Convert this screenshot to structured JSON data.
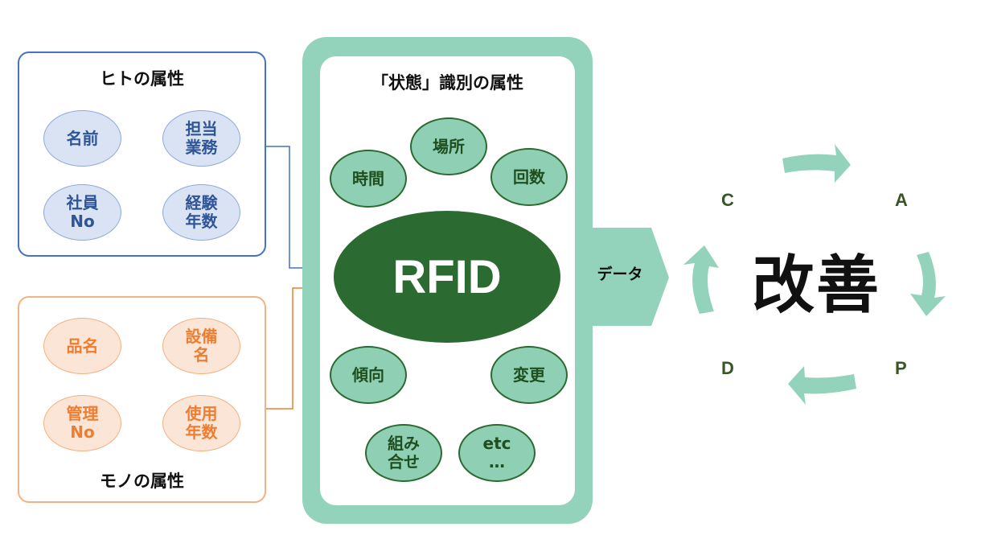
{
  "person_panel": {
    "title": "ヒトの属性",
    "items": [
      "名前",
      "担当\n業務",
      "社員\nNo",
      "経験\n年数"
    ]
  },
  "thing_panel": {
    "title": "モノの属性",
    "items": [
      "品名",
      "設備\n名",
      "管理\nNo",
      "使用\n年数"
    ]
  },
  "state_panel": {
    "title": "「状態」識別の属性",
    "items": [
      "場所",
      "時間",
      "回数",
      "傾向",
      "変更",
      "組み\n合せ",
      "etc\n…"
    ]
  },
  "center": {
    "label": "RFID"
  },
  "arrow": {
    "label": "データ"
  },
  "cycle": {
    "center_text": "改善",
    "labels": {
      "c": "C",
      "a": "A",
      "d": "D",
      "p": "P"
    }
  },
  "colors": {
    "person_accent": "#4472c4",
    "thing_accent": "#ed7d31",
    "rfid_fill": "#2b6a31",
    "frame_fill": "#94d3bb",
    "state_fill": "#8fd0b4"
  }
}
